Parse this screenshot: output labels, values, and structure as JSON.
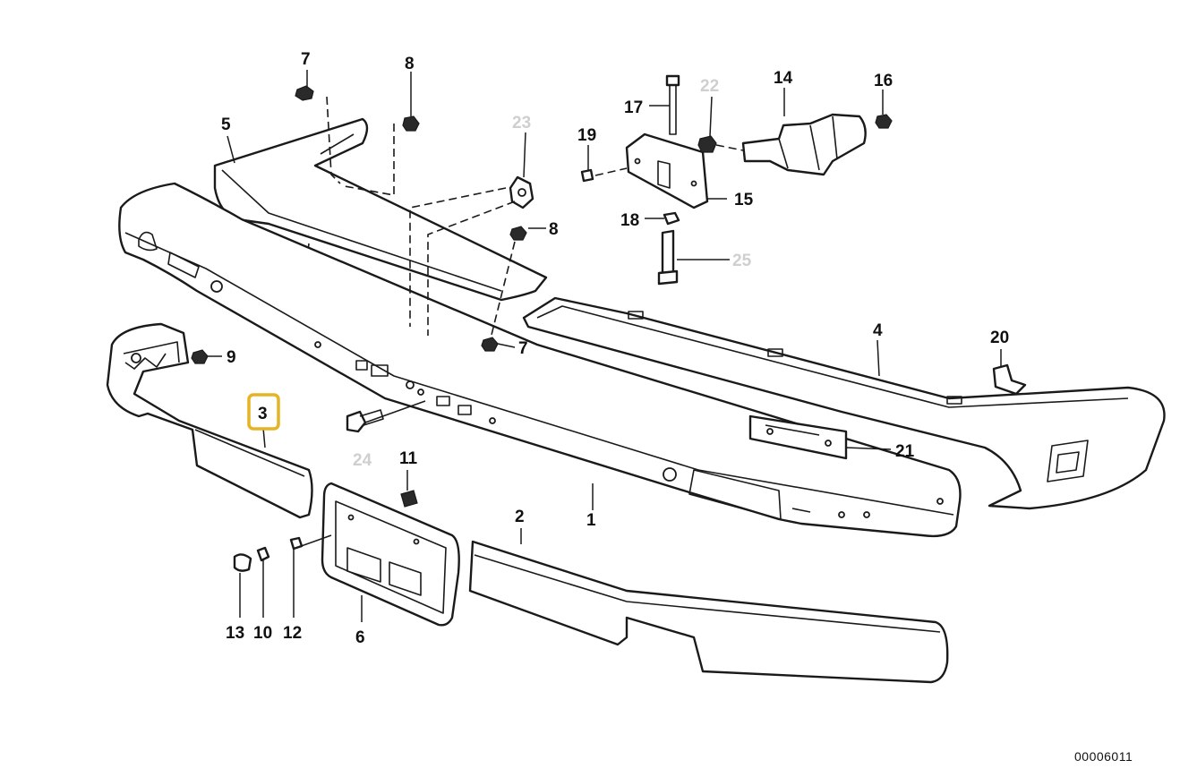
{
  "diagram": {
    "callouts": [
      {
        "id": "c1",
        "text": "1",
        "faded": false
      },
      {
        "id": "c2",
        "text": "2",
        "faded": false
      },
      {
        "id": "c3",
        "text": "3",
        "faded": false,
        "highlighted": true
      },
      {
        "id": "c4",
        "text": "4",
        "faded": false
      },
      {
        "id": "c5",
        "text": "5",
        "faded": false
      },
      {
        "id": "c6",
        "text": "6",
        "faded": false
      },
      {
        "id": "c7a",
        "text": "7",
        "faded": false
      },
      {
        "id": "c7b",
        "text": "7",
        "faded": false
      },
      {
        "id": "c8a",
        "text": "8",
        "faded": false
      },
      {
        "id": "c8b",
        "text": "8",
        "faded": false
      },
      {
        "id": "c9",
        "text": "9",
        "faded": false
      },
      {
        "id": "c10",
        "text": "10",
        "faded": false
      },
      {
        "id": "c11",
        "text": "11",
        "faded": false
      },
      {
        "id": "c12",
        "text": "12",
        "faded": false
      },
      {
        "id": "c13",
        "text": "13",
        "faded": false
      },
      {
        "id": "c14",
        "text": "14",
        "faded": false
      },
      {
        "id": "c15",
        "text": "15",
        "faded": false
      },
      {
        "id": "c16",
        "text": "16",
        "faded": false
      },
      {
        "id": "c17",
        "text": "17",
        "faded": false
      },
      {
        "id": "c18",
        "text": "18",
        "faded": false
      },
      {
        "id": "c19",
        "text": "19",
        "faded": false
      },
      {
        "id": "c20",
        "text": "20",
        "faded": false
      },
      {
        "id": "c21",
        "text": "21",
        "faded": false
      },
      {
        "id": "c22",
        "text": "22",
        "faded": true
      },
      {
        "id": "c23",
        "text": "23",
        "faded": true
      },
      {
        "id": "c24",
        "text": "24",
        "faded": true
      },
      {
        "id": "c25",
        "text": "25",
        "faded": true
      }
    ],
    "reference_number": "00006011",
    "highlight_color": "#e6b325",
    "line_color": "#1a1a1a",
    "faded_color": "#cfcfcf"
  }
}
